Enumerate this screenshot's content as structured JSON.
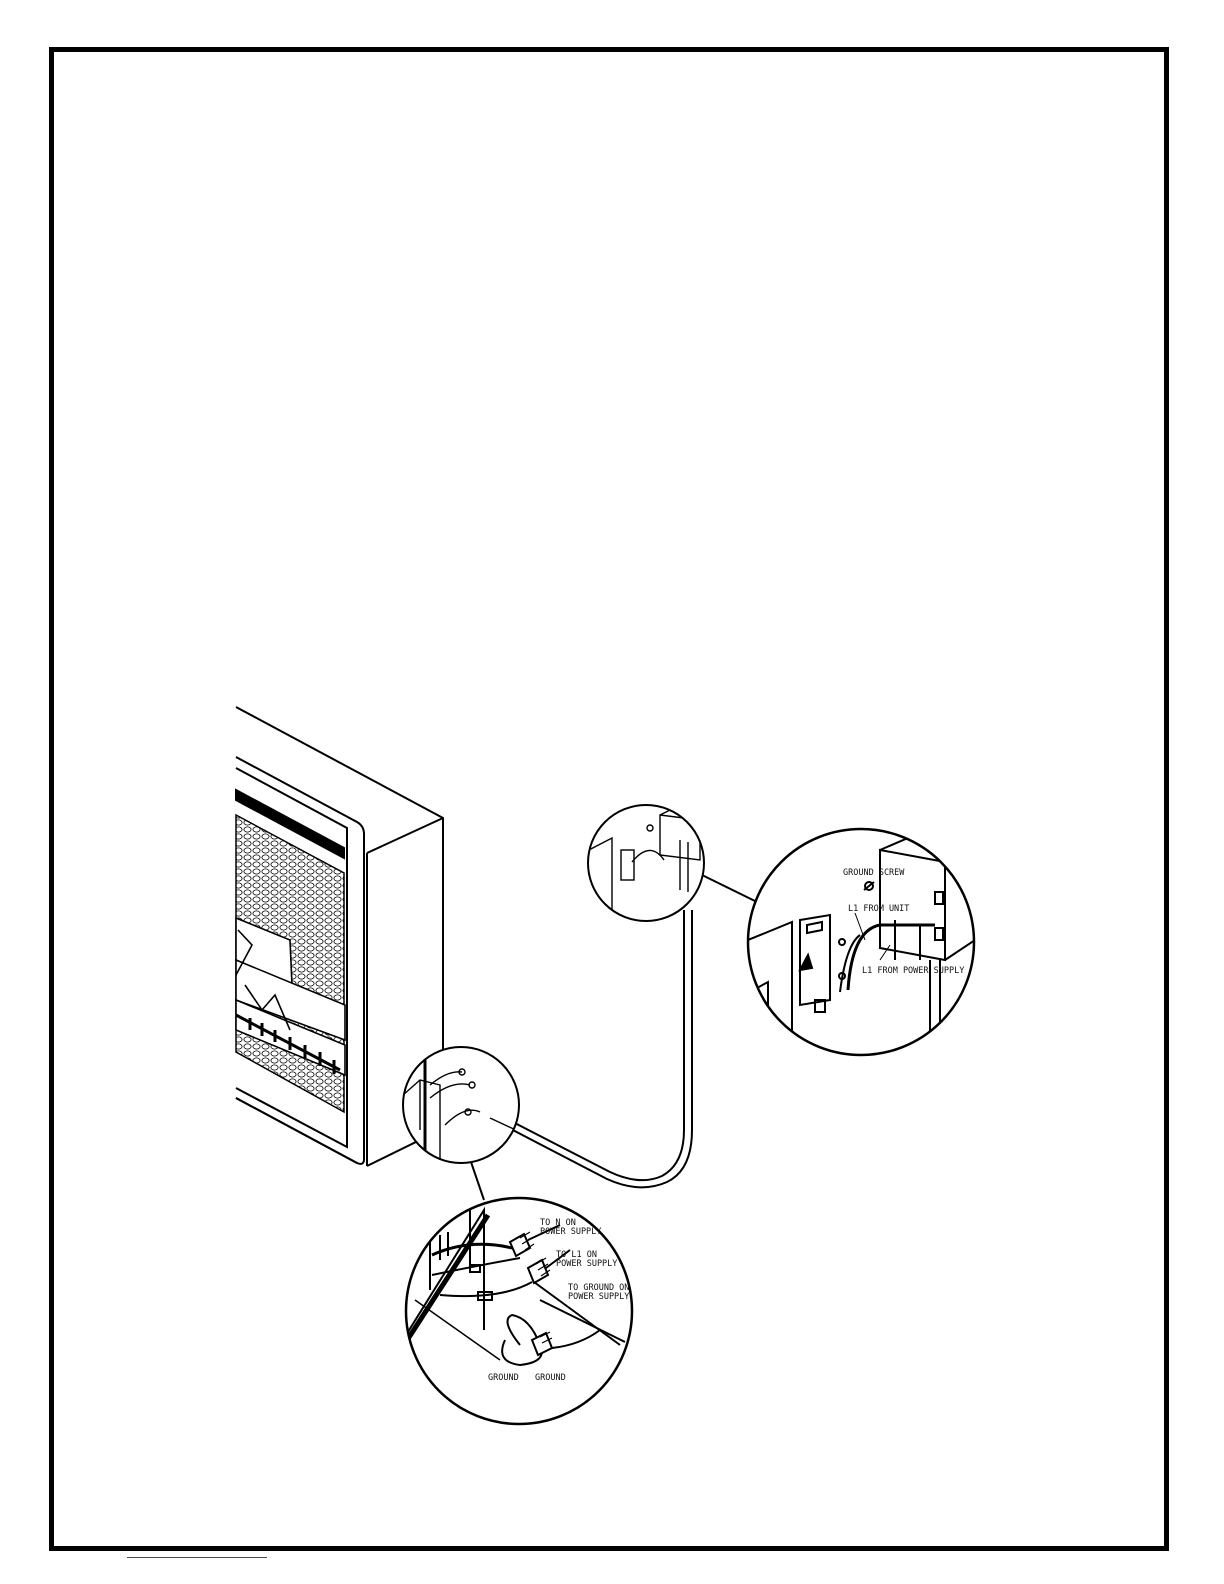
{
  "figure": {
    "callout_connection": {
      "ground_screw": "GROUND SCREW",
      "l1_from_unit": "L1 FROM UNIT",
      "l1_from_power_supply": "L1 FROM POWER SUPPLY"
    },
    "callout_junction": {
      "to_n_on_power_supply_1": "TO N ON",
      "to_n_on_power_supply_2": "POWER SUPPLY",
      "to_l1_on_power_supply_1": "TO L1 ON",
      "to_l1_on_power_supply_2": "POWER SUPPLY",
      "to_ground_on_power_supply_1": "TO GROUND ON",
      "to_ground_on_power_supply_2": "POWER SUPPLY",
      "ground_left": "GROUND",
      "ground_right": "GROUND"
    }
  },
  "colors": {
    "line": "#000000",
    "link": "#2a3fb8"
  }
}
